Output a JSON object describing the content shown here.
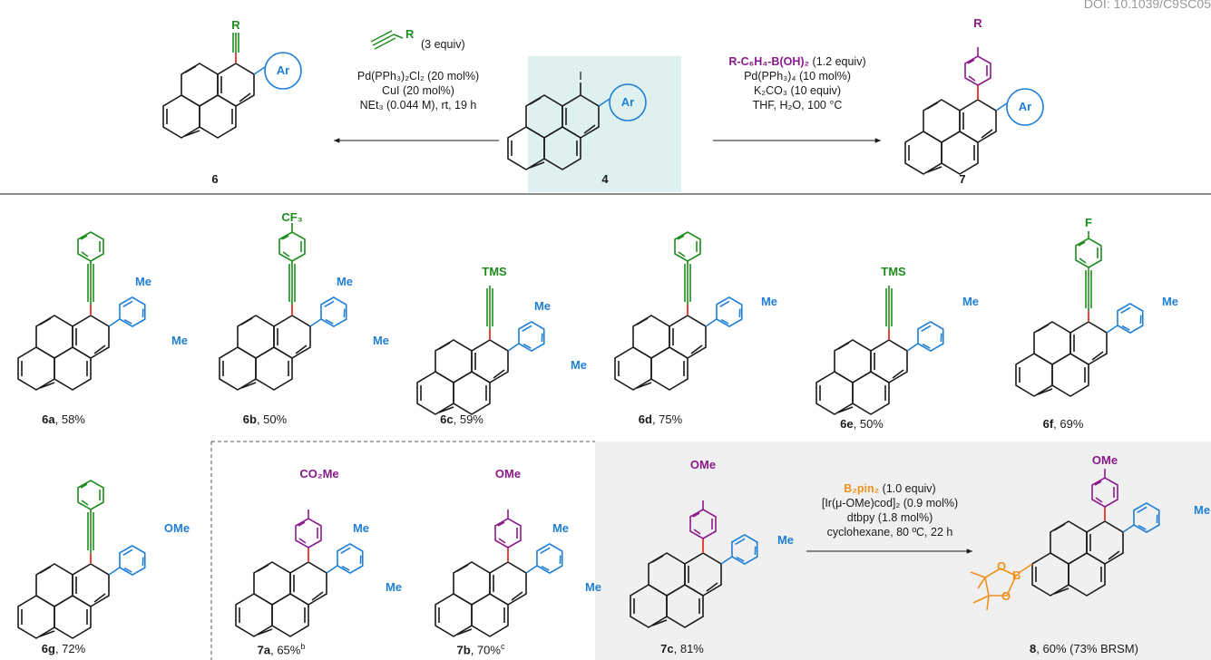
{
  "doi": "DOI: 10.1039/C9SC05",
  "scheme": {
    "start_number": "4",
    "left_product_number": "6",
    "right_product_number": "7",
    "sono_cond": {
      "reagent_R": "R",
      "equiv": "(3 equiv)",
      "line1": "Pd(PPh₃)₂Cl₂ (20 mol%)",
      "line2": "CuI (20 mol%)",
      "line3": "NEt₃ (0.044 M), rt, 19 h"
    },
    "suzuki_cond": {
      "line1": "R-C₆H₄-B(OH)₂",
      "line1b": " (1.2 equiv)",
      "line2": "Pd(PPh₃)₄ (10 mol%)",
      "line3": "K₂CO₃ (10 equiv)",
      "line4": "THF, H₂O, 100 °C"
    },
    "borylation_cond": {
      "line1": "B₂pin₂",
      "line1b": " (1.0 equiv)",
      "line2": "[Ir(μ-OMe)cod]₂ (0.9 mol%)",
      "line3": "dtbpy (1.8 mol%)",
      "line4": "cyclohexane, 80 ºC, 22 h"
    },
    "labels": {
      "I": "I",
      "Ar": "Ar",
      "R": "R",
      "Me": "Me",
      "TMS": "TMS",
      "F": "F",
      "CF3": "CF₃",
      "OMe": "OMe",
      "CO2Me": "CO₂Me",
      "B": "B",
      "O": "O"
    }
  },
  "products": [
    {
      "id": "6a",
      "yield": ", 58%"
    },
    {
      "id": "6b",
      "yield": ", 50%"
    },
    {
      "id": "6c",
      "yield": ", 59%"
    },
    {
      "id": "6d",
      "yield": ", 75%"
    },
    {
      "id": "6e",
      "yield": ", 50%"
    },
    {
      "id": "6f",
      "yield": ", 69%"
    },
    {
      "id": "6g",
      "yield": ", 72%"
    },
    {
      "id": "7a",
      "yield": ", 65%",
      "note": "b"
    },
    {
      "id": "7b",
      "yield": ", 70%",
      "note": "c"
    },
    {
      "id": "7c",
      "yield": ", 81%"
    },
    {
      "id": "8",
      "yield": ", 60% (73% BRSM)"
    }
  ],
  "colors": {
    "green": "#1e8c1e",
    "blue": "#1f7fd6",
    "purple": "#8b1a8b",
    "orange": "#f0901e",
    "red": "#e8463c",
    "highlight_teal": "#dff0f0",
    "highlight_gray": "#f0f0f0"
  }
}
